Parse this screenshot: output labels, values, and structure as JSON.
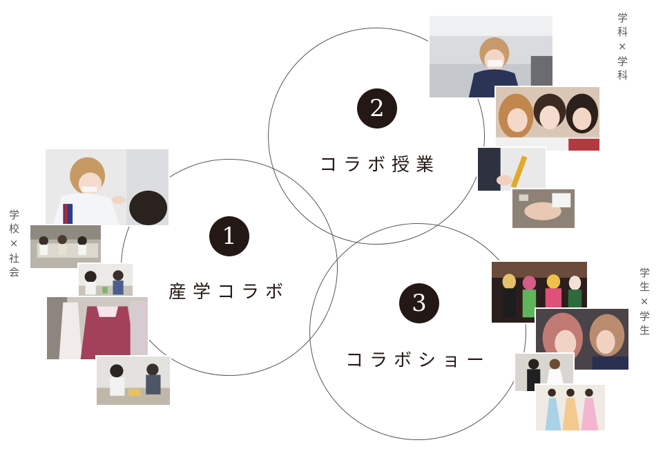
{
  "circles": [
    {
      "number": "1",
      "label": "産学コラボ"
    },
    {
      "number": "2",
      "label": "コラボ授業"
    },
    {
      "number": "3",
      "label": "コラボショー"
    }
  ],
  "side_labels": {
    "left": "学校×社会",
    "top_right": "学科×学科",
    "bottom_right": "学生×学生"
  },
  "colors": {
    "number_badge": "#231815",
    "circle_stroke": "#555555",
    "side_text": "#595757"
  }
}
